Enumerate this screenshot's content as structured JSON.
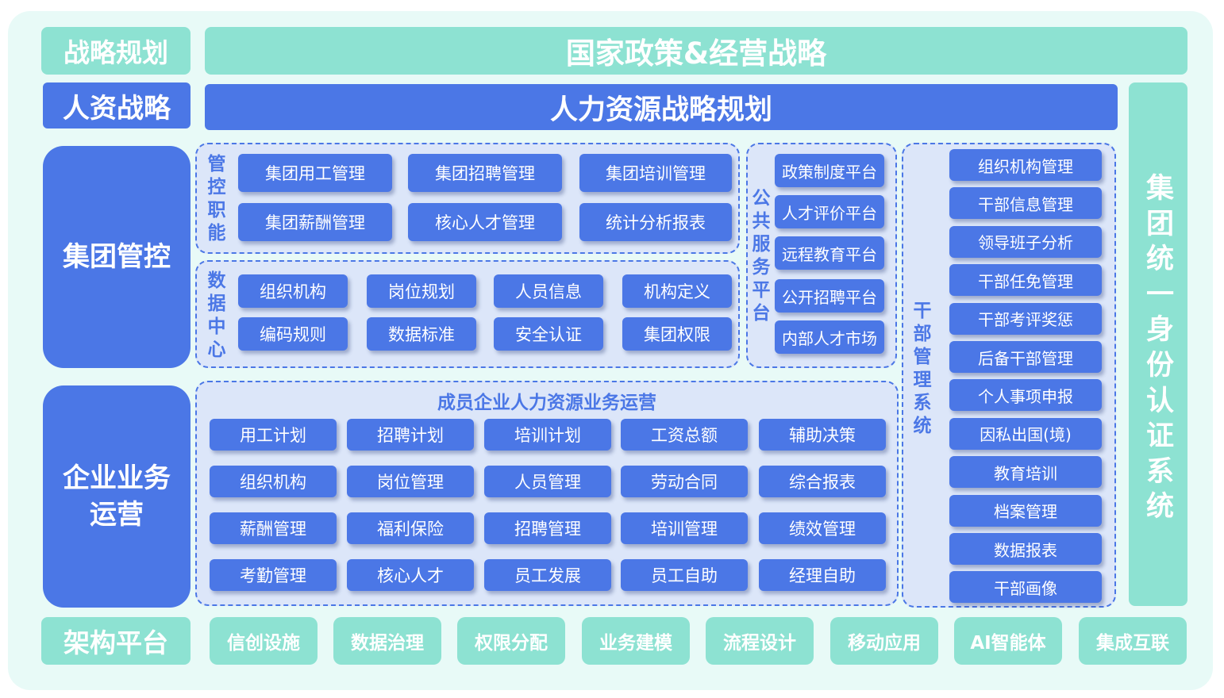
{
  "strategy": {
    "row_label": "战略规划",
    "banner": "国家政策&经营战略"
  },
  "hr_strategy": {
    "row_label": "人资战略",
    "banner": "人力资源战略规划"
  },
  "group_control": {
    "row_label": "集团管控",
    "control_functions": {
      "label": "管控职能",
      "items": [
        "集团用工管理",
        "集团招聘管理",
        "集团培训管理",
        "集团薪酬管理",
        "核心人才管理",
        "统计分析报表"
      ]
    },
    "data_center": {
      "label": "数据中心",
      "items": [
        "组织机构",
        "岗位规划",
        "人员信息",
        "机构定义",
        "编码规则",
        "数据标准",
        "安全认证",
        "集团权限"
      ]
    }
  },
  "public_service": {
    "label": "公共服务平台",
    "items": [
      "政策制度平台",
      "人才评价平台",
      "远程教育平台",
      "公开招聘平台",
      "内部人才市场"
    ]
  },
  "cadre_system": {
    "label": "干部管理系统",
    "items": [
      "组织机构管理",
      "干部信息管理",
      "领导班子分析",
      "干部任免管理",
      "干部考评奖惩",
      "后备干部管理",
      "个人事项申报",
      "因私出国(境)",
      "教育培训",
      "档案管理",
      "数据报表",
      "干部画像"
    ]
  },
  "identity": {
    "label": "集团统一身份认证系统"
  },
  "enterprise_ops": {
    "row_label_line1": "企业业务",
    "row_label_line2": "运营",
    "title": "成员企业人力资源业务运营",
    "items": [
      "用工计划",
      "招聘计划",
      "培训计划",
      "工资总额",
      "辅助决策",
      "组织机构",
      "岗位管理",
      "人员管理",
      "劳动合同",
      "综合报表",
      "薪酬管理",
      "福利保险",
      "招聘管理",
      "培训管理",
      "绩效管理",
      "考勤管理",
      "核心人才",
      "员工发展",
      "员工自助",
      "经理自助"
    ]
  },
  "platform": {
    "row_label": "架构平台",
    "items": [
      "信创设施",
      "数据治理",
      "权限分配",
      "业务建模",
      "流程设计",
      "移动应用",
      "AI智能体",
      "集成互联"
    ]
  },
  "colors": {
    "teal": "#8de2d2",
    "blue": "#4b77e6",
    "panel": "#dce6f9",
    "background": "#e8faf7"
  }
}
